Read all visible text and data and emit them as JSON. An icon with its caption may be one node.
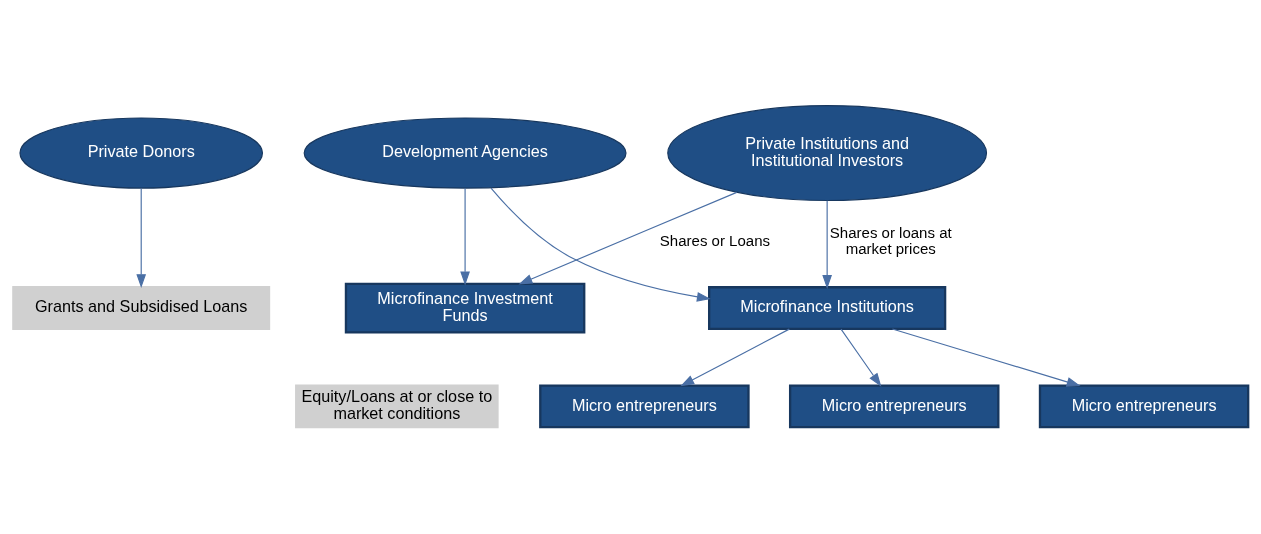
{
  "diagram": {
    "nodes": [
      {
        "text": [
          "Private Donors"
        ]
      },
      {
        "text": [
          "Development Agencies"
        ]
      },
      {
        "text": [
          "Private Institutions and Institutional Investors"
        ]
      },
      {
        "text": [
          "Microfinance Investment Funds"
        ]
      },
      {
        "text": [
          "Grants and Subsidised Loans"
        ]
      },
      {
        "text": [
          "Microfinance Institutions"
        ]
      },
      {
        "text": [
          "Micro entrepreneurs"
        ]
      },
      {
        "text": [
          "Micro entrepreneurs"
        ]
      },
      {
        "text": [
          "Micro entrepreneurs"
        ]
      }
    ],
    "edges": [
      {
        "from": 0,
        "to": 4,
        "arrow": "to"
      },
      {
        "from": 1,
        "to": 3,
        "arrow": "to"
      },
      {
        "from": 2,
        "to": 3,
        "arrow": "to",
        "label": "Shares or Loans"
      },
      {
        "from": 1,
        "to": 5,
        "arrow": "to"
      },
      {
        "from": 2,
        "to": 5,
        "arrow": "to",
        "label": "Shares or loans at market prices"
      },
      {
        "from": 5,
        "to": 6,
        "arrow": "to"
      },
      {
        "from": 5,
        "to": 7,
        "arrow": "to"
      },
      {
        "from": 5,
        "to": 8,
        "arrow": "to"
      }
    ],
    "labels": [
      "Equity/Loans at or close to market conditions"
    ]
  }
}
